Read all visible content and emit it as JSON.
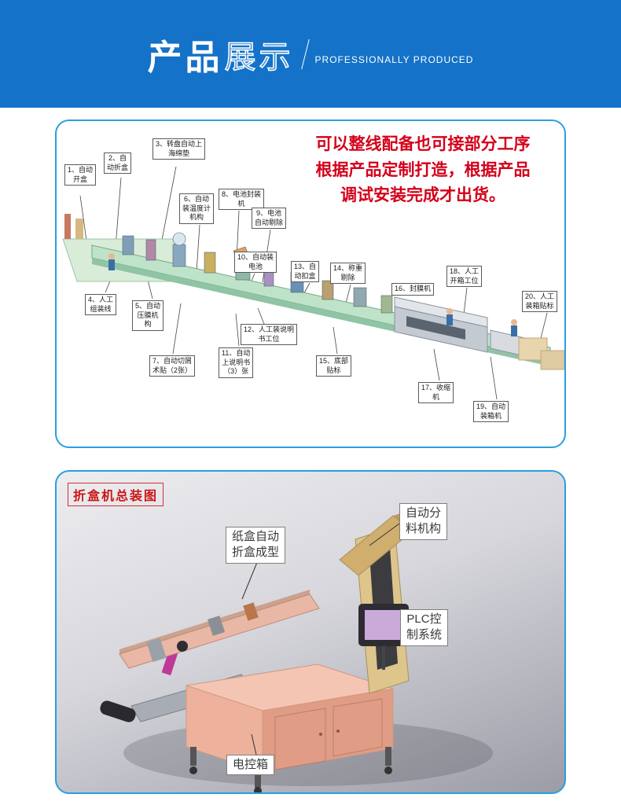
{
  "banner": {
    "title_main": "产品",
    "title_outline": "展示",
    "subtitle": "PROFESSIONALLY PRODUCED",
    "background_color": "#1472c8"
  },
  "panel1": {
    "description_lines": [
      "可以整线配备也可接部分工序",
      "根据产品定制打造，根据产品",
      "调试安装完成才出货。"
    ],
    "description_color": "#d4001a",
    "labels": [
      "1、自动\n开盒",
      "2、自\n动折盒",
      "3、转盘自动上\n海绵垫",
      "4、人工\n组装线",
      "5、自动\n压膜机\n构",
      "6、自动\n装温度计\n机构",
      "7、自动切屑\n术贴（2张）",
      "8、电池封装\n机",
      "9、电池\n自动剔除",
      "10、自动装\n电池",
      "11、自动\n上说明书\n（3）张",
      "12、人工装说明\n书工位",
      "13、自\n动扣盒",
      "14、称重\n剔除",
      "15、底部\n贴标",
      "16、封膜机",
      "17、收缩\n机",
      "18、人工\n开箱工位",
      "19、自动\n装箱机",
      "20、人工\n装箱贴标"
    ]
  },
  "panel2": {
    "title": "折盒机总装图",
    "title_color": "#cc1414",
    "labels": [
      "纸盒自动\n折盒成型",
      "自动分\n料机构",
      "PLC控\n制系统",
      "电控箱"
    ]
  },
  "colors": {
    "panel_border": "#2a9fe0",
    "banner_blue": "#1472c8",
    "description_red": "#d4001a"
  }
}
